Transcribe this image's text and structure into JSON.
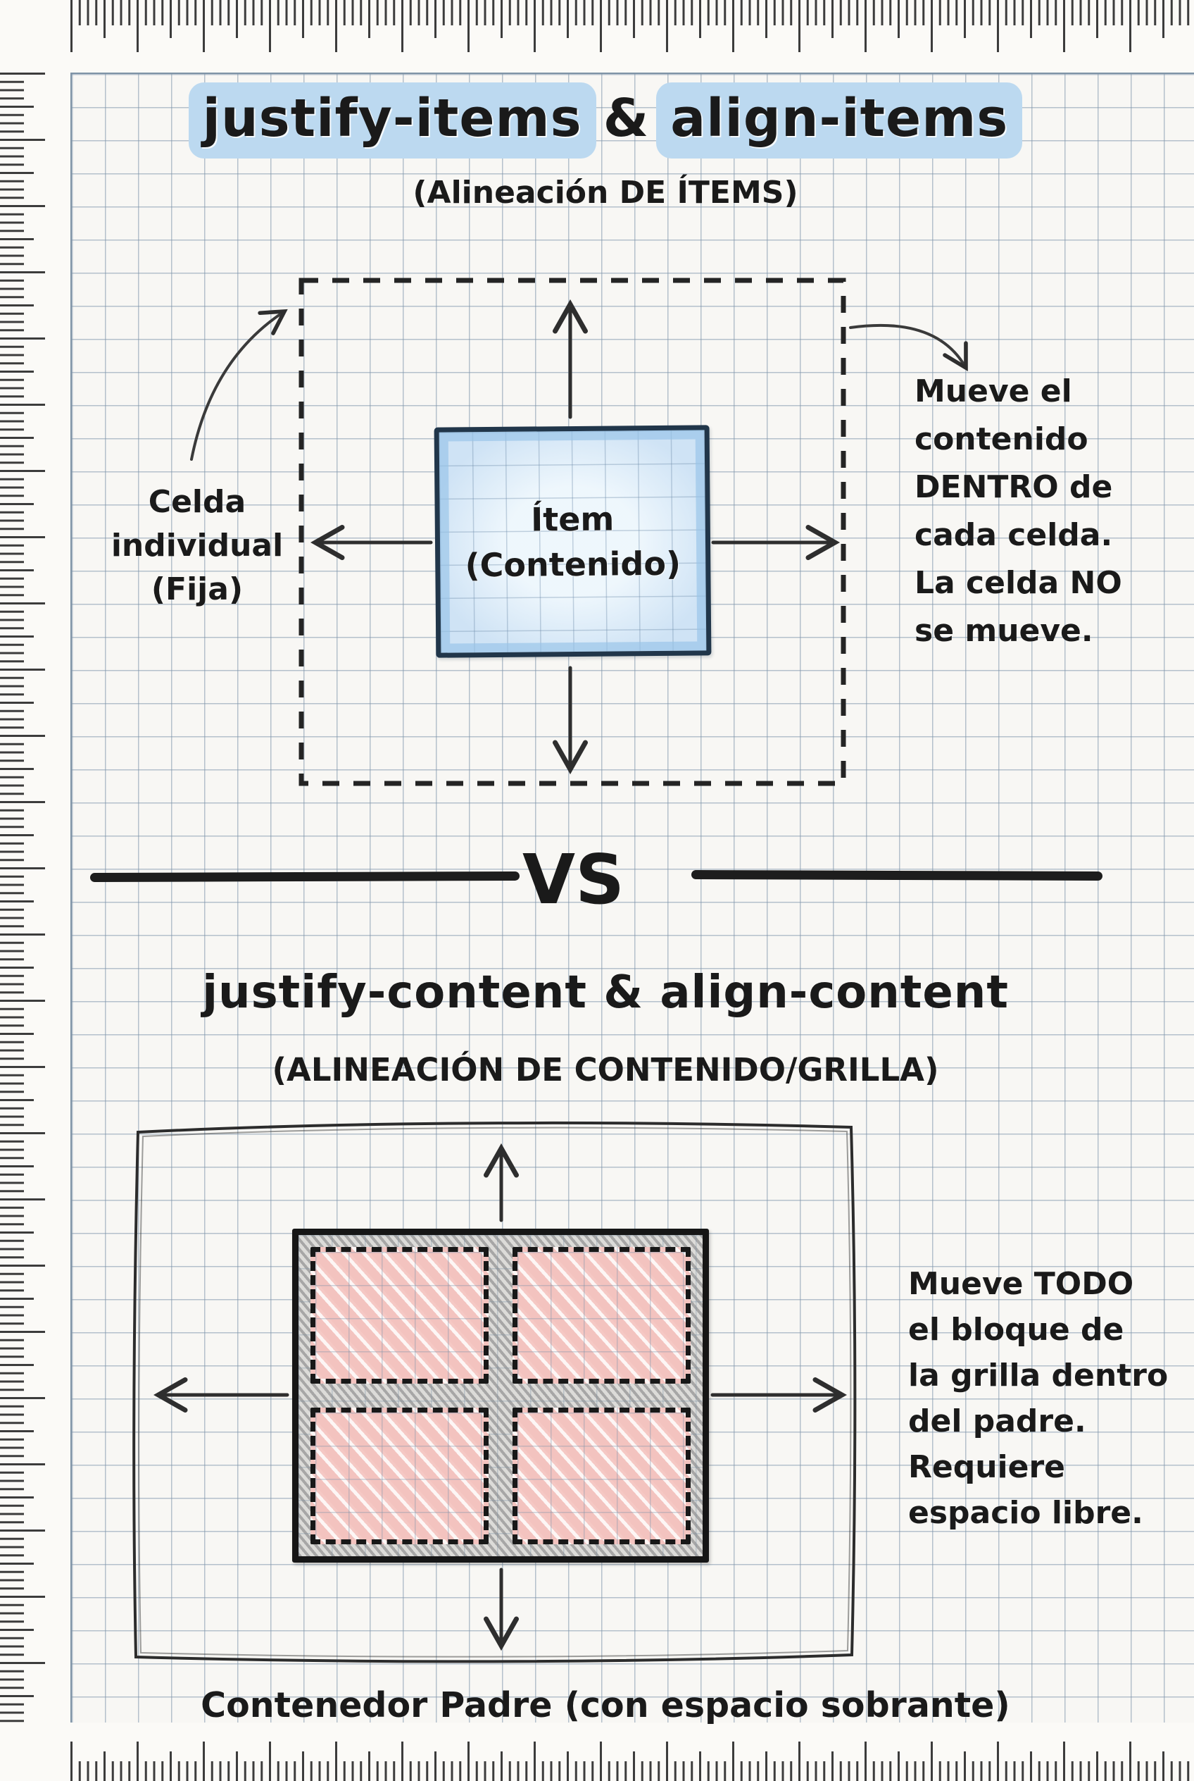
{
  "header": {
    "title_part1": "justify-items",
    "title_sep": "&",
    "title_part2": "align-items",
    "subtitle": "(Alineación DE ÍTEMS)"
  },
  "diagram1": {
    "item_line1": "Ítem",
    "item_line2": "(Contenido)",
    "cell_label_lines": [
      "Celda",
      "individual",
      "(Fija)"
    ],
    "note_lines": [
      "Mueve el",
      "contenido",
      "DENTRO de",
      "cada celda.",
      "La celda NO",
      "se mueve."
    ]
  },
  "divider": {
    "vs": "VS"
  },
  "section2": {
    "title": "justify-content & align-content",
    "subtitle": "(ALINEACIÓN DE CONTENIDO/GRILLA)"
  },
  "diagram2": {
    "note_lines": [
      "Mueve TODO",
      "el bloque de",
      "la grilla dentro",
      "del padre.",
      "Requiere",
      "espacio libre."
    ],
    "caption": "Contenedor Padre (con espacio sobrante)"
  },
  "colors": {
    "highlight_blue": "#bcd9f0",
    "item_fill_blue": "#cfe3f5",
    "item_border_navy": "#21364a",
    "cell_pink": "#f3c3bf",
    "ink_black": "#1a1a1a",
    "grid_line_blue": "#a6b8c8",
    "pencil_gray": "#8a8a8a"
  }
}
